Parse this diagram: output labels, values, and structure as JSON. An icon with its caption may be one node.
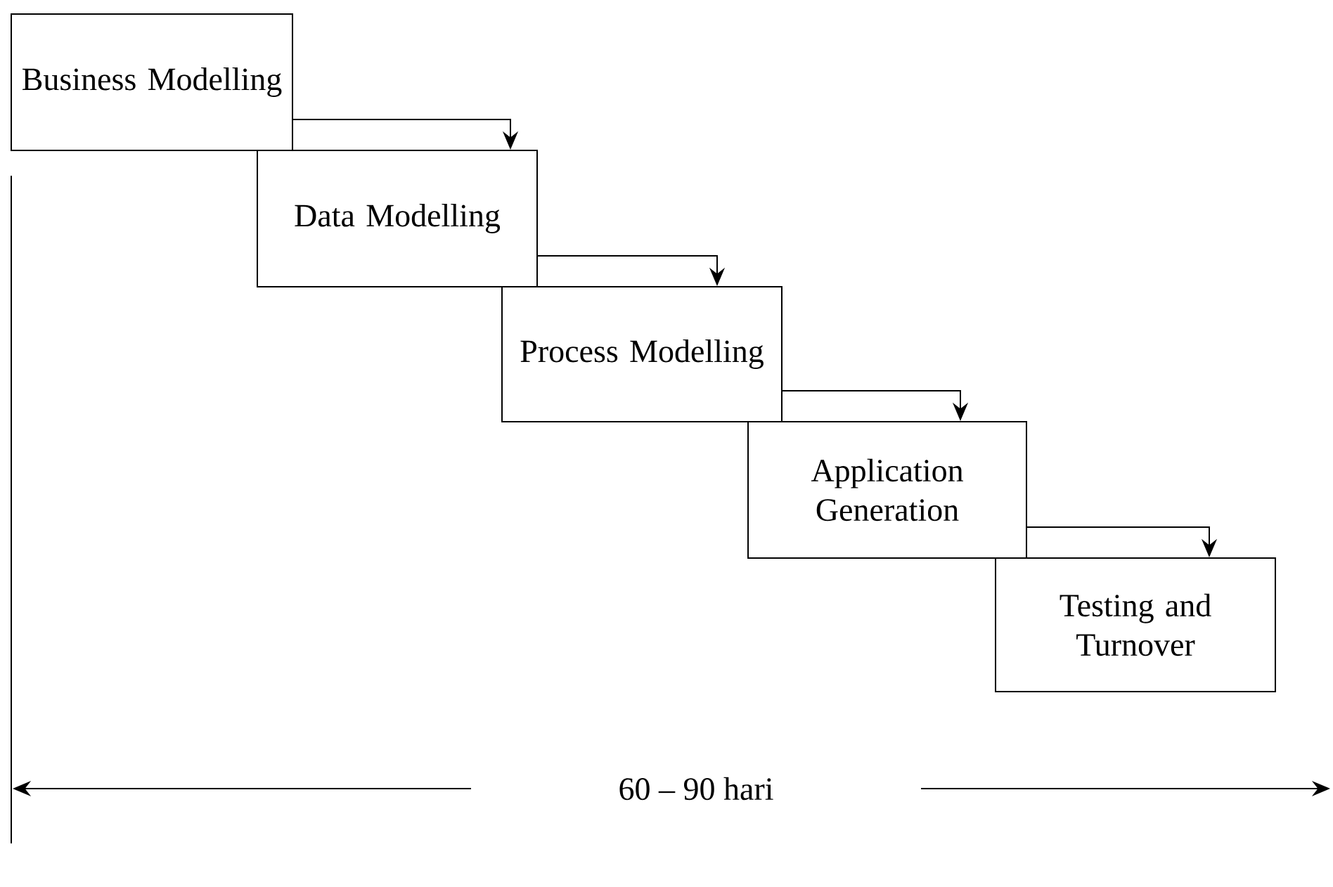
{
  "diagram": {
    "nodes": [
      {
        "text": [
          "Business Modelling"
        ]
      },
      {
        "text": [
          "Data Modelling"
        ]
      },
      {
        "text": [
          "Process Modelling"
        ]
      },
      {
        "text": [
          "Application Generation"
        ]
      },
      {
        "text": [
          "Testing and Turnover"
        ]
      }
    ],
    "edges": [
      {
        "from": 0,
        "to": 1,
        "arrow": "to"
      },
      {
        "from": 1,
        "to": 2,
        "arrow": "to"
      },
      {
        "from": 2,
        "to": 3,
        "arrow": "to"
      },
      {
        "from": 3,
        "to": 4,
        "arrow": "to"
      }
    ],
    "labels": [
      "60 – 90 hari"
    ]
  }
}
